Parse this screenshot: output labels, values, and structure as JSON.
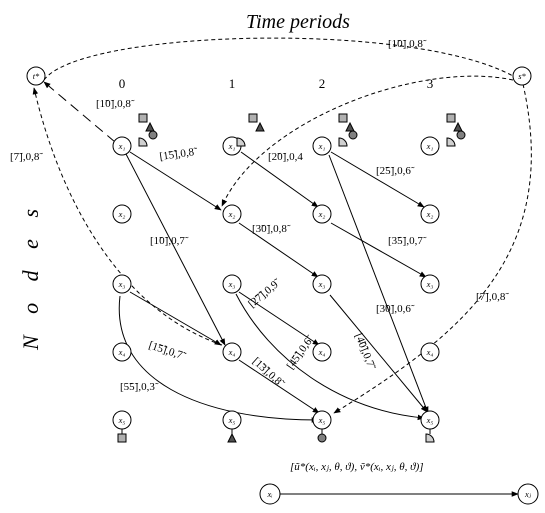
{
  "title": "Time periods",
  "side_label": "N o d e s",
  "periods": [
    "0",
    "1",
    "2",
    "3"
  ],
  "source_label": "t*",
  "sink_label": "s*",
  "nodes": {
    "x1": "x₁",
    "x2": "x₂",
    "x3": "x₃",
    "x4": "x₄",
    "x5": "x₅"
  },
  "edge_labels": {
    "source_edge": "[1̃̃̃0̃],0,8̃",
    "s10": "[1̃0̃],0,8̃",
    "top_right": "[1̃0̃],0,8̃",
    "left_arc": "[7̃],0,8̃",
    "e_x1_x2_0": "[1̃5̃],0,8̃",
    "e_x1_x4_0": "[1̃0̃],0,7̃",
    "e_x1_x2_1": "[2̃0̃],0,4",
    "e_x2_x3_1": "[3̃0̃],0,8̃",
    "e_x1_x2_2": "[2̃5̃],0,6̃",
    "e_x2_x3_2": "[3̃5̃],0,7̃",
    "e_x3_x4_0": "[1̃5̃],0,7̃",
    "e_x3_x4_1": "[2̃7̃],0,9̃",
    "e_x3_x5_1": "[4̃5̃],0,6̃",
    "e_x4_x5_1": "[1̃3̃],0,8̃",
    "e_x3_x5_2": "[4̃0̃],0,7̃",
    "e_x3_x4_2": "[3̃0̃],0,6̃",
    "right_arc": "[7̃],0,8̃",
    "e_x3_x5_0": "[5̃5̃],0,3̃"
  },
  "legend": {
    "formula": "[ũ*(xᵢ, xⱼ, θ, ϑ), ṽ*(xᵢ, xⱼ, θ, ϑ)]",
    "from_node": "xᵢ",
    "to_node": "xⱼ"
  },
  "colors": {
    "stroke": "#000000",
    "square_fill": "#b0b0b0",
    "triangle_fill": "#505050",
    "circle_fill": "#808080",
    "quarter_fill": "#d0d0d0"
  }
}
